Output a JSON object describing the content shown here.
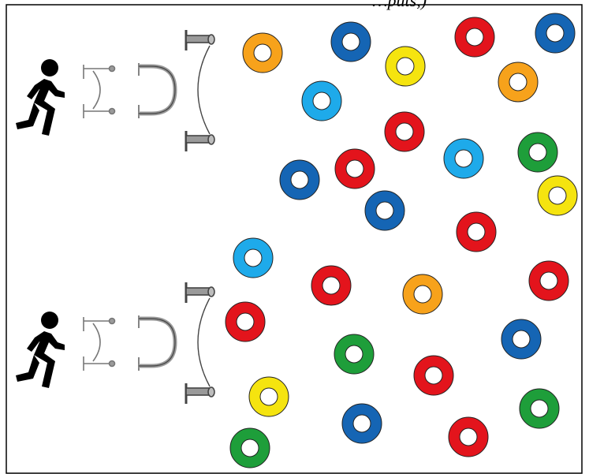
{
  "header": {
    "text": "…puts,)"
  },
  "colors": {
    "orange": "#f7a21b",
    "blue": "#1565b4",
    "yellow": "#f5e40f",
    "light_blue": "#1eaaea",
    "red": "#e3141c",
    "green": "#1e9e3a",
    "equipment": "#9a9a9a",
    "outline": "#222222"
  },
  "icons": {
    "runner": "running-person-icon",
    "small_hurdle": "small-hurdle-icon",
    "u_hurdle": "u-hurdle-icon",
    "tall_hurdle": "tall-hurdle-icon",
    "ring": "ring-icon"
  },
  "lanes": [
    {
      "name": "lane-top",
      "equipment": [
        "running-person-icon",
        "small-hurdle-icon",
        "u-hurdle-icon",
        "tall-hurdle-icon"
      ],
      "ring_colors": [
        "orange",
        "blue",
        "yellow",
        "red",
        "blue",
        "orange",
        "light_blue",
        "red",
        "green",
        "light_blue",
        "blue",
        "red",
        "yellow",
        "blue",
        "red"
      ]
    },
    {
      "name": "lane-bottom",
      "equipment": [
        "running-person-icon",
        "small-hurdle-icon",
        "u-hurdle-icon",
        "tall-hurdle-icon"
      ],
      "ring_colors": [
        "light_blue",
        "red",
        "orange",
        "red",
        "red",
        "blue",
        "green",
        "red",
        "yellow",
        "green",
        "blue",
        "red",
        "green"
      ]
    }
  ]
}
